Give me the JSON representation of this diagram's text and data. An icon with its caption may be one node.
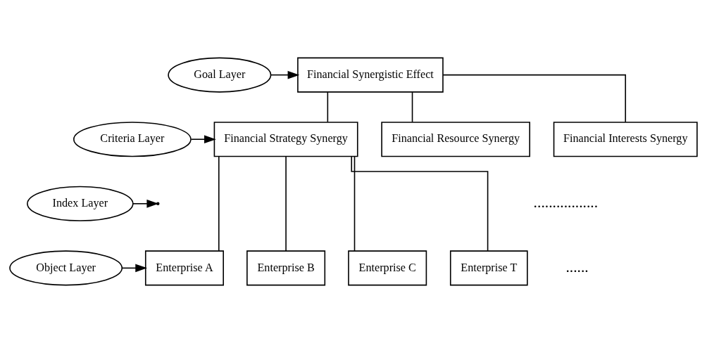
{
  "diagram": {
    "nodes": [
      {
        "text": [
          "Goal Layer"
        ]
      },
      {
        "text": [
          "Financial Synergistic Effect"
        ]
      },
      {
        "text": [
          "Criteria Layer"
        ]
      },
      {
        "text": [
          "Financial Strategy Synergy"
        ]
      },
      {
        "text": [
          "Financial Resource Synergy"
        ]
      },
      {
        "text": [
          "Financial Interests Synergy"
        ]
      },
      {
        "text": [
          "Index Layer"
        ]
      },
      {
        "text": [
          "Object Layer"
        ]
      },
      {
        "text": [
          "Enterprise A"
        ]
      },
      {
        "text": [
          "Enterprise B"
        ]
      },
      {
        "text": [
          "Enterprise C"
        ]
      },
      {
        "text": [
          "Enterprise T"
        ]
      }
    ],
    "edges": [
      {
        "from": 0,
        "to": 1,
        "arrow": "to"
      },
      {
        "from": 1,
        "to": 3,
        "arrow": "none"
      },
      {
        "from": 1,
        "to": 4,
        "arrow": "none"
      },
      {
        "from": 1,
        "to": 5,
        "arrow": "none"
      },
      {
        "from": 2,
        "to": 3,
        "arrow": "to"
      },
      {
        "from": 6,
        "to": null,
        "arrow": "to"
      },
      {
        "from": 3,
        "to": 8,
        "arrow": "none"
      },
      {
        "from": 3,
        "to": 9,
        "arrow": "none"
      },
      {
        "from": 3,
        "to": 10,
        "arrow": "none"
      },
      {
        "from": 3,
        "to": 11,
        "arrow": "none"
      },
      {
        "from": 7,
        "to": 8,
        "arrow": "to"
      }
    ],
    "labels": [
      ".................",
      "......"
    ]
  }
}
